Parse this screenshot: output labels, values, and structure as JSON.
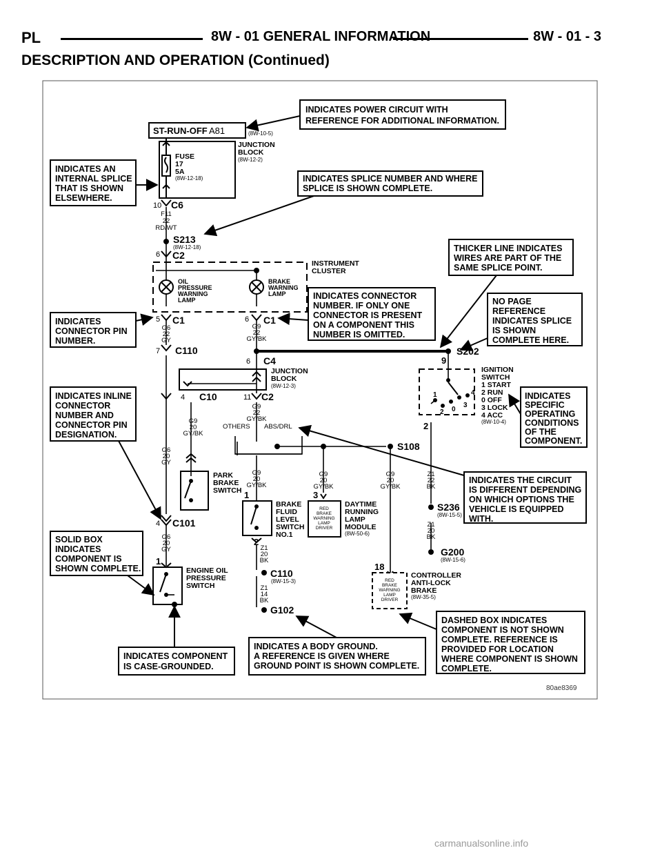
{
  "header": {
    "left": "PL",
    "title": "8W - 01 GENERAL INFORMATION",
    "page": "8W - 01 - 3",
    "subtitle": "DESCRIPTION AND OPERATION (Continued)"
  },
  "callouts": {
    "power": [
      "INDICATES POWER CIRCUIT WITH",
      "REFERENCE FOR ADDITIONAL INFORMATION."
    ],
    "internal_splice": [
      "INDICATES AN",
      "INTERNAL SPLICE",
      "THAT IS SHOWN",
      "ELSEWHERE."
    ],
    "splice_number": [
      "INDICATES SPLICE NUMBER AND WHERE",
      "SPLICE IS SHOWN COMPLETE."
    ],
    "thicker_line": [
      "THICKER LINE INDICATES",
      "WIRES ARE PART OF THE",
      "SAME SPLICE POINT."
    ],
    "connector_number": [
      "INDICATES CONNECTOR",
      "NUMBER.  IF ONLY ONE",
      "CONNECTOR IS PRESENT",
      "ON A COMPONENT THIS",
      "NUMBER IS OMITTED."
    ],
    "no_page_ref": [
      "NO PAGE",
      "REFERENCE",
      "INDICATES SPLICE",
      "IS SHOWN",
      "COMPLETE HERE."
    ],
    "pin_number": [
      "INDICATES",
      "CONNECTOR PIN",
      "NUMBER."
    ],
    "inline_connector": [
      "INDICATES INLINE",
      "CONNECTOR",
      "NUMBER AND",
      "CONNECTOR PIN",
      "DESIGNATION."
    ],
    "operating_conditions": [
      "INDICATES",
      "SPECIFIC",
      "OPERATING",
      "CONDITIONS",
      "OF THE",
      "COMPONENT."
    ],
    "circuit_options": [
      "INDICATES THE CIRCUIT",
      "IS DIFFERENT DEPENDING",
      "ON WHICH OPTIONS THE",
      "VEHICLE IS EQUIPPED",
      "WITH."
    ],
    "solid_box": [
      "SOLID BOX",
      "INDICATES",
      "COMPONENT IS",
      "SHOWN COMPLETE."
    ],
    "dashed_box": [
      "DASHED BOX INDICATES",
      "COMPONENT IS NOT SHOWN",
      "COMPLETE.  REFERENCE IS",
      "PROVIDED FOR LOCATION",
      "WHERE COMPONENT IS SHOWN",
      "COMPLETE."
    ],
    "case_grounded": [
      "INDICATES COMPONENT",
      "IS CASE-GROUNDED."
    ],
    "body_ground": [
      "INDICATES A BODY GROUND.",
      "A REFERENCE IS GIVEN WHERE",
      "GROUND POINT IS SHOWN COMPLETE."
    ]
  },
  "power_box": {
    "label": "ST-RUN-OFF",
    "circuit": "A81",
    "ref": "(8W-10-5)"
  },
  "junction_block_top": {
    "label": [
      "JUNCTION",
      "BLOCK"
    ],
    "ref": "(8W-12-2)"
  },
  "fuse": {
    "label": [
      "FUSE",
      "17",
      "5A"
    ],
    "ref": "(8W-12-18)"
  },
  "junction_block_mid": {
    "label": [
      "JUNCTION",
      "BLOCK"
    ],
    "ref": "(8W-12-3)"
  },
  "instrument_cluster": [
    "INSTRUMENT",
    "CLUSTER"
  ],
  "oil_lamp": [
    "OIL",
    "PRESSURE",
    "WARNING",
    "LAMP"
  ],
  "brake_lamp": [
    "BRAKE",
    "WARNING",
    "LAMP"
  ],
  "connectors": {
    "c6": {
      "pin": "10",
      "name": "C6"
    },
    "c2a": {
      "pin": "6",
      "name": "C2"
    },
    "c1a": {
      "pin": "5",
      "name": "C1"
    },
    "c1b": {
      "pin": "6",
      "name": "C1"
    },
    "c110a": {
      "pin": "7",
      "name": "C110"
    },
    "c4": {
      "pin": "6",
      "name": "C4"
    },
    "c10": {
      "pin": "4",
      "name": "C10"
    },
    "c2b": {
      "pin": "11",
      "name": "C2"
    },
    "c101": {
      "pin": "4",
      "name": "C101"
    },
    "c110b": {
      "name": "C110",
      "ref": "(8W-15-3)"
    }
  },
  "wires": {
    "f11": [
      "F11",
      "22",
      "RD/WT"
    ],
    "g6a": [
      "G6",
      "22",
      "GY"
    ],
    "g9a": [
      "G9",
      "22",
      "GY/BK"
    ],
    "g9b": [
      "G9",
      "22",
      "GY/BK"
    ],
    "g9c": [
      "G9",
      "20",
      "GY/BK"
    ],
    "g6b": [
      "G6",
      "20",
      "GY"
    ],
    "g6c": [
      "G6",
      "20",
      "GY"
    ],
    "g9d": [
      "G9",
      "20",
      "GY/BK"
    ],
    "g9e": [
      "G9",
      "20",
      "GY/BK"
    ],
    "g9f": [
      "G9",
      "20",
      "GY/BK"
    ],
    "z1a": [
      "Z1",
      "22",
      "BK"
    ],
    "z1b": [
      "Z1",
      "20",
      "BK"
    ],
    "z1c": [
      "Z1",
      "20",
      "BK"
    ],
    "z1d": [
      "Z1",
      "14",
      "BK"
    ]
  },
  "splices": {
    "s213": {
      "name": "S213",
      "ref": "(8W-12-18)"
    },
    "s202": {
      "name": "S202",
      "pin": "9"
    },
    "s108": {
      "name": "S108"
    },
    "s236": {
      "name": "S236",
      "ref": "(8W-15-5)"
    },
    "g200": {
      "name": "G200",
      "ref": "(8W-15-6)"
    },
    "g102": {
      "name": "G102"
    }
  },
  "ignition": {
    "label": [
      "IGNITION",
      "SWITCH",
      "1 START",
      "2 RUN",
      "0 OFF",
      "3 LOCK",
      "4 ACC"
    ],
    "ref": "(8W-10-4)",
    "pin": "2",
    "positions": [
      "1",
      "2",
      "0",
      "3",
      "4"
    ]
  },
  "options": {
    "left": "OTHERS",
    "right": "ABS/DRL"
  },
  "park_brake": [
    "PARK",
    "BRAKE",
    "SWITCH"
  ],
  "brake_fluid": {
    "label": [
      "BRAKE",
      "FLUID",
      "LEVEL",
      "SWITCH",
      "NO.1"
    ],
    "pin1": "1",
    "pin2": "2"
  },
  "drl": {
    "label": [
      "DAYTIME",
      "RUNNING",
      "LAMP",
      "MODULE"
    ],
    "ref": "(8W-50-6)",
    "pin": "3",
    "inner": [
      "RED",
      "BRAKE",
      "WARNING",
      "LAMP",
      "DRIVER"
    ]
  },
  "abs": {
    "label": [
      "CONTROLLER",
      "ANTI-LOCK",
      "BRAKE"
    ],
    "ref": "(8W-35-5)",
    "pin": "18",
    "inner": [
      "RED",
      "BRAKE",
      "WARNING",
      "LAMP",
      "DRIVER"
    ]
  },
  "engine_oil": {
    "label": [
      "ENGINE OIL",
      "PRESSURE",
      "SWITCH"
    ],
    "pin": "1"
  },
  "figure_id": "80ae8369",
  "watermark": "carmanualsonline.info"
}
